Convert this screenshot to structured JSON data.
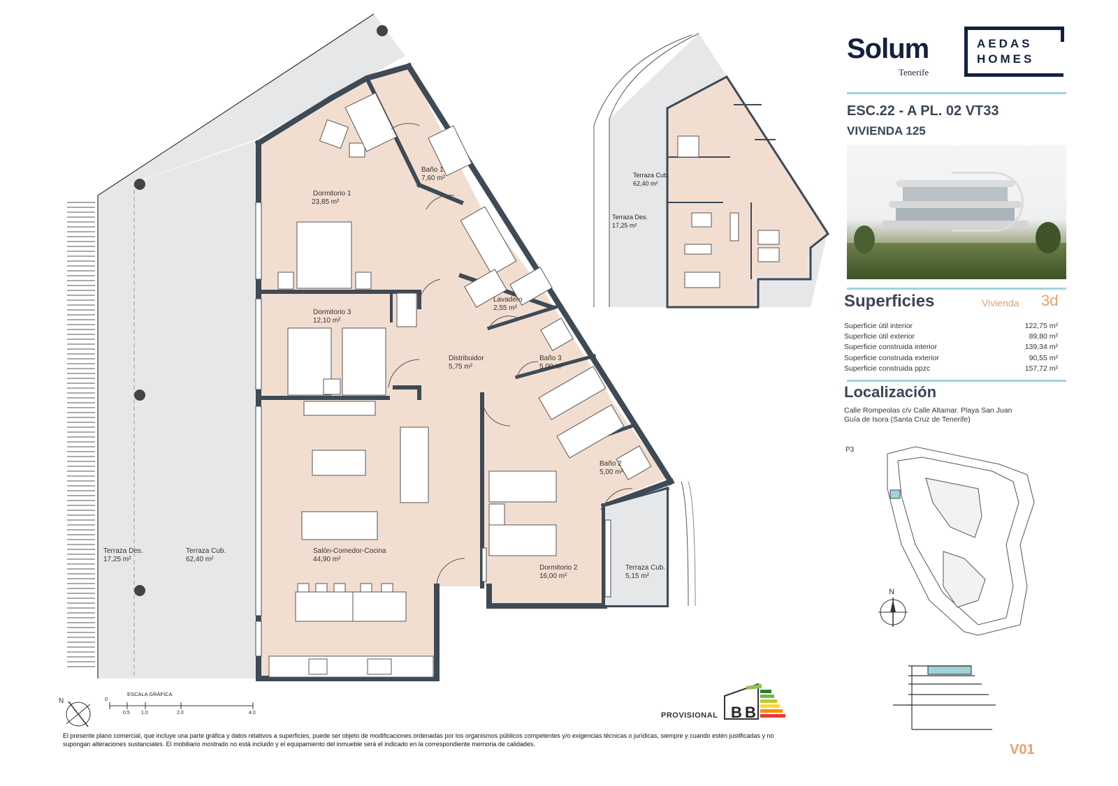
{
  "brand": {
    "name": "Solum",
    "location": "Tenerife",
    "developer": "AEDAS\nHOMES"
  },
  "unit": {
    "code": "ESC.22 - A  PL. 02 VT33",
    "vivienda": "VIVIENDA 125"
  },
  "surfaces": {
    "title": "Superficies",
    "type_label": "Vivienda",
    "type_value": "3d",
    "rows": [
      {
        "label": "Superficie útil interior",
        "value": "122,75 m²"
      },
      {
        "label": "Superficie útil exterior",
        "value": "89,80 m²"
      },
      {
        "label": "Superficie construida interior",
        "value": "139,34 m²"
      },
      {
        "label": "Superficie construida exterior",
        "value": "90,55 m²"
      },
      {
        "label": "Superficie construida ppzc",
        "value": "157,72 m²"
      }
    ]
  },
  "location": {
    "title": "Localización",
    "line1": "Calle Rompeolas c/v Calle Altamar. Playa San Juan",
    "line2": "Guía de Isora (Santa Cruz de Tenerife)"
  },
  "siteplan": {
    "label": "P3",
    "north": "N"
  },
  "rooms": [
    {
      "name": "Dormitorio 1",
      "area": "23,85 m²"
    },
    {
      "name": "Baño 1",
      "area": "7,60 m²"
    },
    {
      "name": "Dormitorio 3",
      "area": "12,10 m²"
    },
    {
      "name": "Lavadero",
      "area": "2,55 m²"
    },
    {
      "name": "Distribuidor",
      "area": "5,75 m²"
    },
    {
      "name": "Baño 3",
      "area": "5,00 m²"
    },
    {
      "name": "Salón-Comedor-Cocina",
      "area": "44,90 m²"
    },
    {
      "name": "Baño 2",
      "area": "5,00 m²"
    },
    {
      "name": "Dormitorio 2",
      "area": "16,00 m²"
    },
    {
      "name": "Terraza Cub.",
      "area": "5,15 m²"
    },
    {
      "name": "Terraza Des.",
      "area": "17,25 m²"
    },
    {
      "name": "Terraza Cub.",
      "area": "62,40 m²"
    }
  ],
  "keyplan_rooms": [
    {
      "name": "Terraza Cub.",
      "area": "62,40 m²"
    },
    {
      "name": "Terraza Des.",
      "area": "17,25 m²"
    }
  ],
  "scale": {
    "title": "ESCALA GRÁFICA",
    "ticks": [
      "0",
      "0.5",
      "1.0",
      "2.0",
      "4.0"
    ]
  },
  "energy": {
    "label": "PROVISIONAL",
    "rating1": "B",
    "rating2": "B"
  },
  "disclaimer": "El presente plano comercial, que incluye una parte gráfica y datos relativos a superficies, puede ser objeto de modificaciones ordenadas por los organismos públicos competentes y/o exigencias técnicas o jurídicas, siempre y cuando estén justificadas y no supongan alteraciones sustanciales. El mobiliario mostrado no está incluido y el equipamiento del inmueble será el indicado en la correspondiente memoria de calidades.",
  "version": "V01",
  "colors": {
    "floor": "#f2ded0",
    "terrace": "#e6e7e9",
    "wall": "#3e4a55",
    "accent": "#e8a06b",
    "rule": "#9fd3d8",
    "navy": "#14213d"
  }
}
